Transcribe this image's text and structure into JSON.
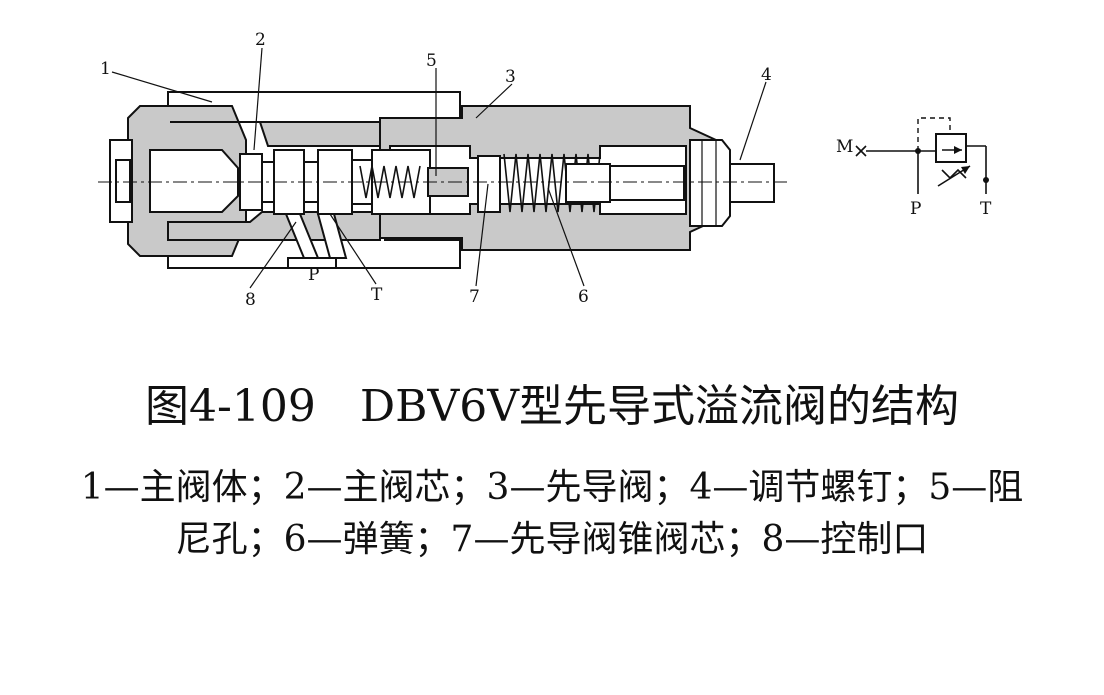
{
  "figure": {
    "title": "图4-109　DBV6V型先导式溢流阀的结构",
    "legend_text": "1—主阀体；2—主阀芯；3—先导阀；4—调节螺钉；5—阻尼孔；6—弹簧；7—先导阀锥阀芯；8—控制口"
  },
  "callouts": [
    "1",
    "2",
    "3",
    "4",
    "5",
    "6",
    "7",
    "8"
  ],
  "ports": {
    "p": "P",
    "t": "T"
  },
  "symbol": {
    "m": "M",
    "p": "P",
    "t": "T"
  }
}
